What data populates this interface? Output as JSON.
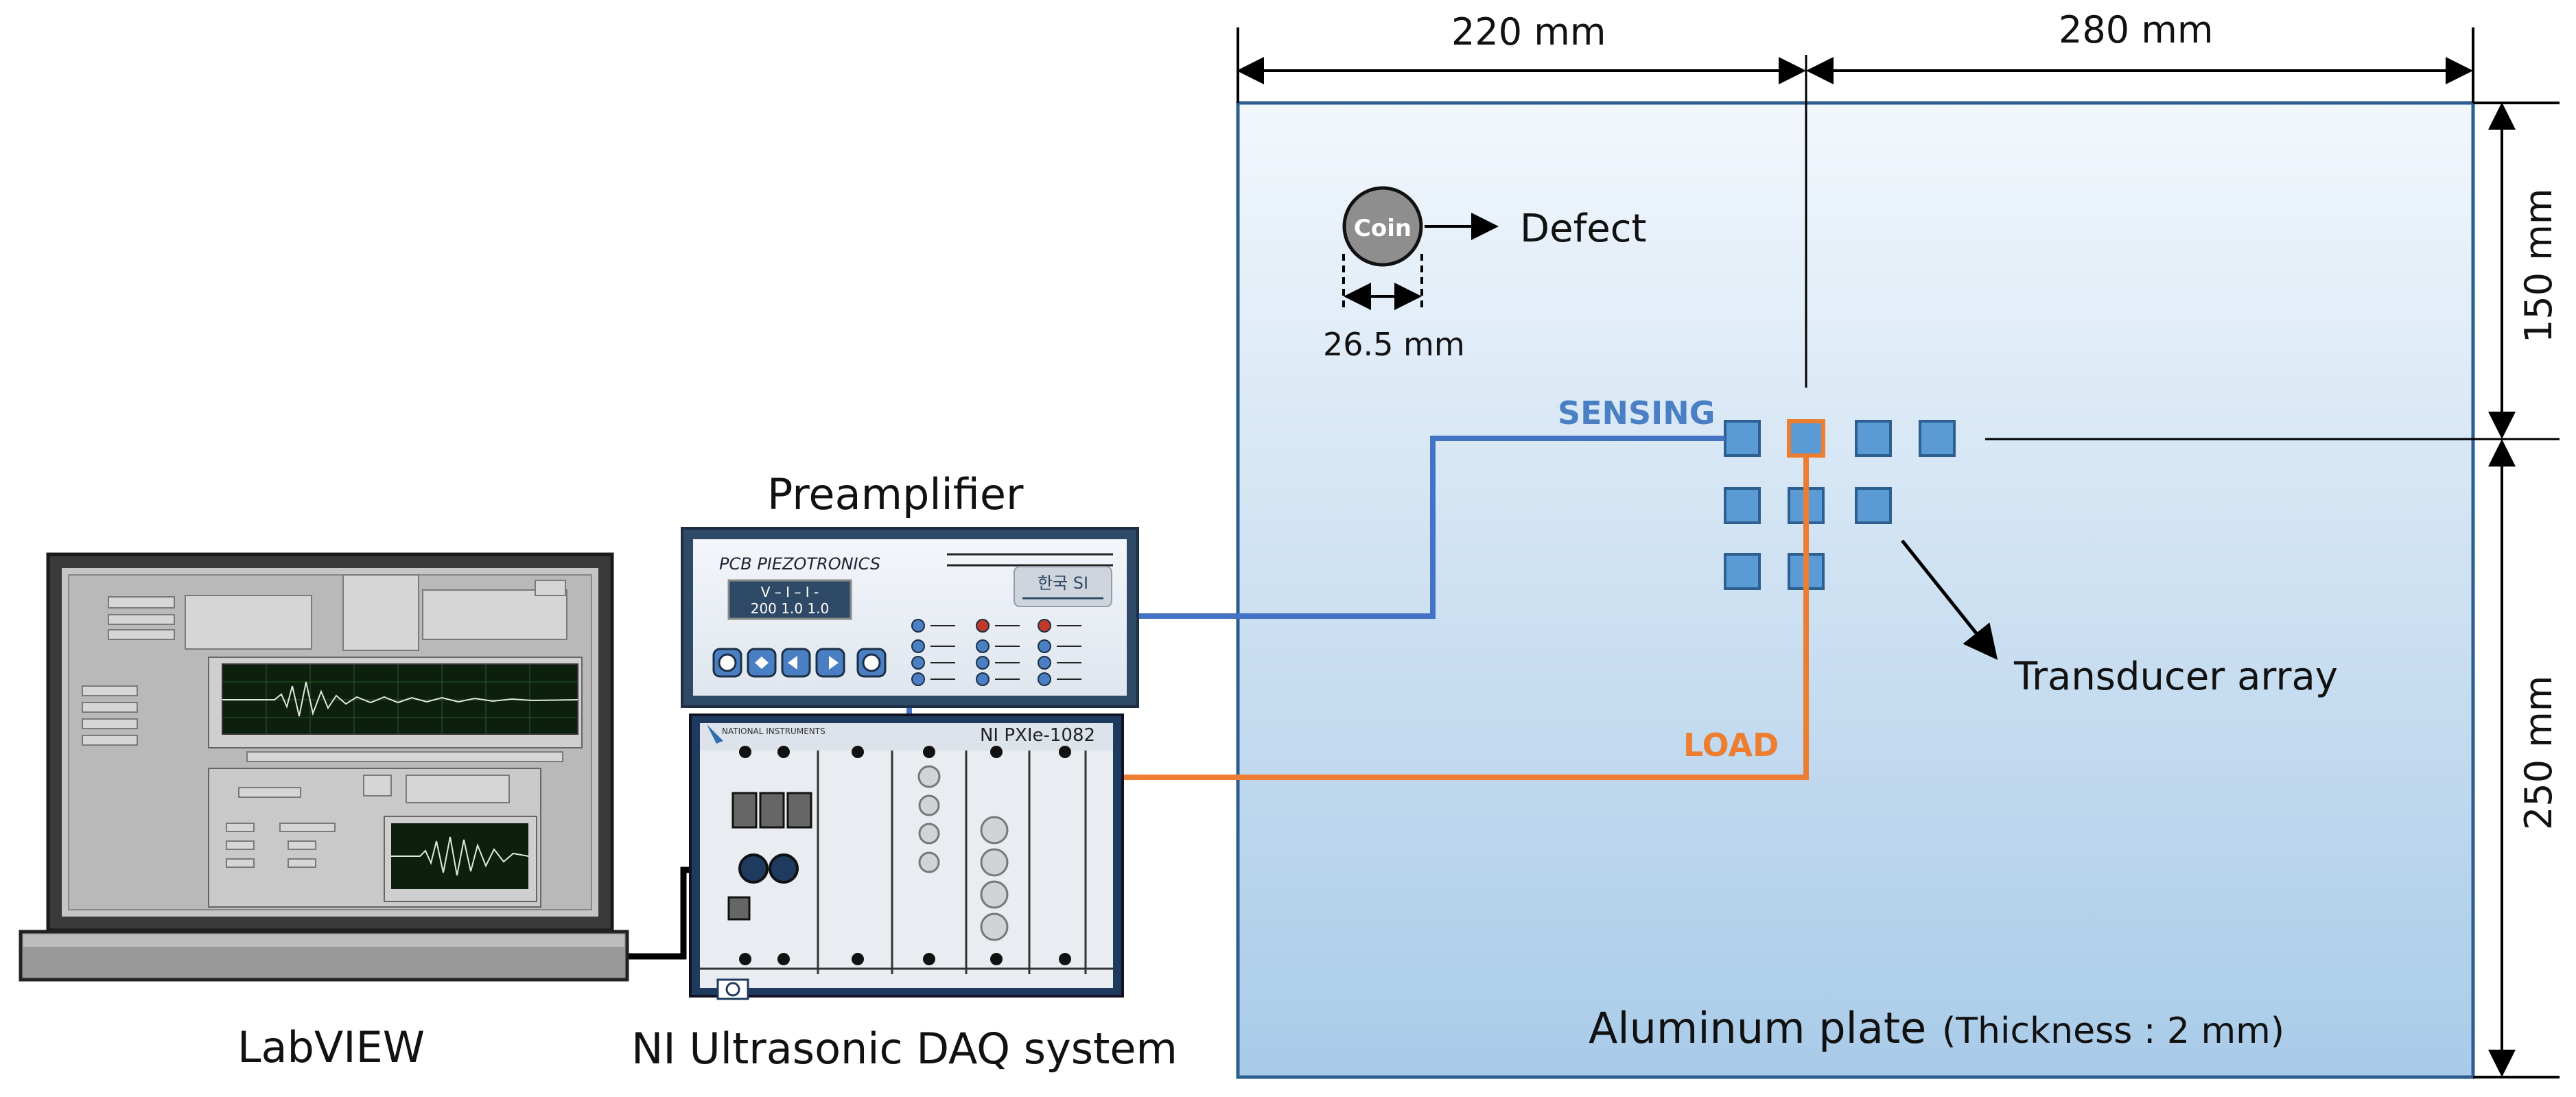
{
  "labels": {
    "labview": "LabVIEW",
    "preamplifier": "Preamplifier",
    "daq": "NI Ultrasonic DAQ system",
    "plate_main": "Aluminum plate",
    "plate_note": "(Thickness : 2 mm)",
    "defect": "Defect",
    "coin": "Coin",
    "coin_diameter": "26.5 mm",
    "sensing": "SENSING",
    "load": "LOAD",
    "transducer_array": "Transducer array"
  },
  "dimensions": {
    "top_left": "220 mm",
    "top_right": "280 mm",
    "right_upper": "150 mm",
    "right_lower": "250 mm"
  },
  "preamp_panel": {
    "brand": "PCB PIEZOTRONICS",
    "display_line1": "V – I – I -",
    "display_line2": "200 1.0 1.0",
    "korean_label": "한국 SI"
  },
  "daq_panel": {
    "model": "NI PXIe-1082",
    "vendor": "NATIONAL INSTRUMENTS"
  },
  "colors": {
    "sensing": "#4472c4",
    "load": "#ed7d31",
    "transducer_fill": "#5b9bd5",
    "plate_top": "#f2f7fc",
    "plate_bottom": "#a9cbe8"
  }
}
